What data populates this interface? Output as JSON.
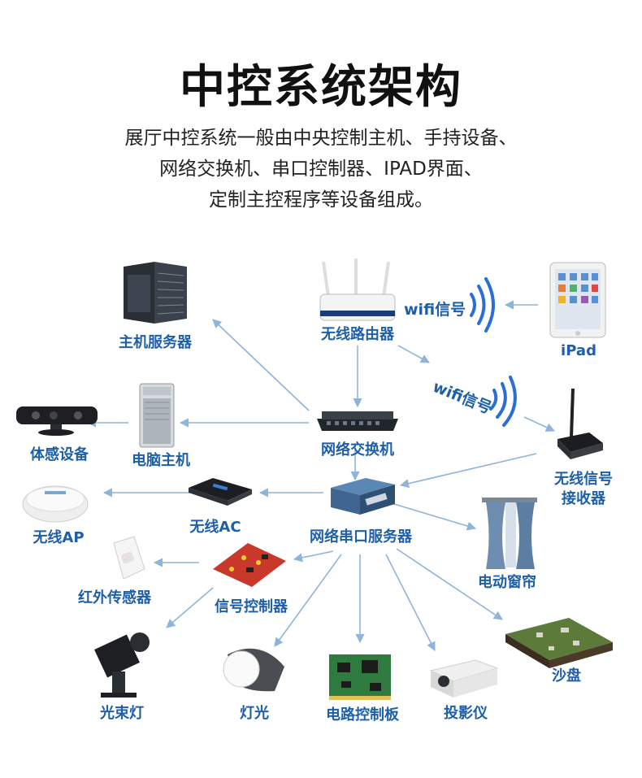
{
  "title": "中控系统架构",
  "description": [
    "展厅中控系统一般由中央控制主机、手持设备、",
    "网络交换机、串口控制器、IPAD界面、",
    "定制主控程序等设备组成。"
  ],
  "nodes": {
    "server": "主机服务器",
    "router": "无线路由器",
    "ipad": "iPad",
    "wifi1": "wifi信号",
    "wifi2": "wifi信号",
    "kinect": "体感设备",
    "pc": "电脑主机",
    "switch": "网络交换机",
    "receiver": "无线信号\n接收器",
    "ap": "无线AP",
    "ac": "无线AC",
    "serial": "网络串口服务器",
    "curtain": "电动窗帘",
    "ir": "红外传感器",
    "signal": "信号控制器",
    "beam": "光束灯",
    "light": "灯光",
    "pcb": "电路控制板",
    "projector": "投影仪",
    "sandtable": "沙盘"
  },
  "colors": {
    "label": "#1e5fa8",
    "arrow": "#8fb4d9",
    "wifi": "#2a6fd6"
  }
}
